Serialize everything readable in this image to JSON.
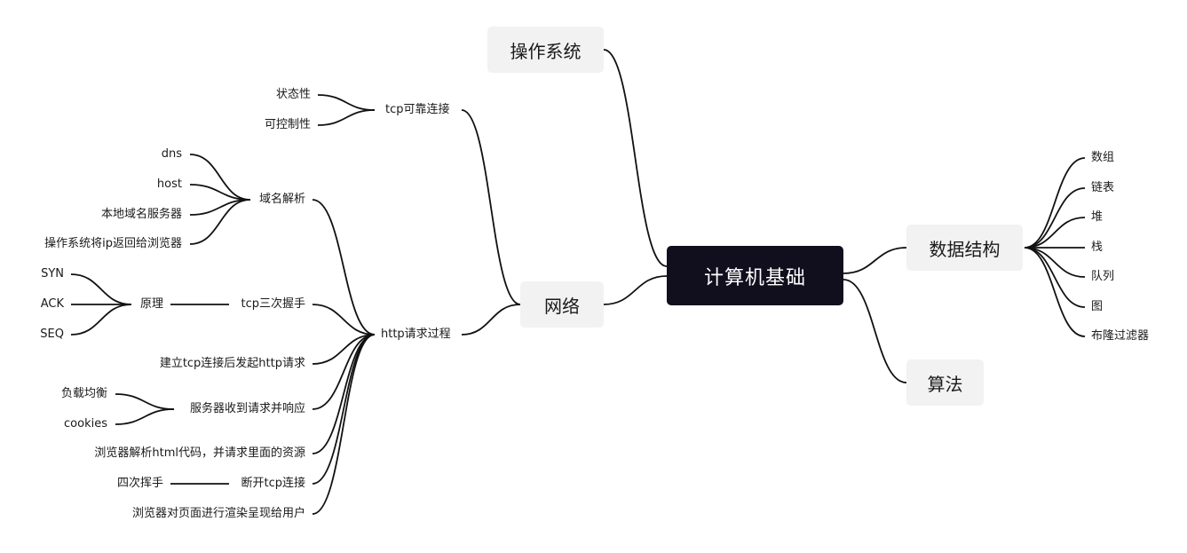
{
  "root": "计算机基础",
  "branches": {
    "os": "操作系统",
    "network": "网络",
    "data_structures": "数据结构",
    "algorithms": "算法"
  },
  "network": {
    "tcp_reliable": "tcp可靠连接",
    "tcp_reliable_children": [
      "状态性",
      "可控制性"
    ],
    "http_process": "http请求过程",
    "dns_resolution": "域名解析",
    "dns_children": [
      "dns",
      "host",
      "本地域名服务器",
      "操作系统将ip返回给浏览器"
    ],
    "handshake": "tcp三次握手",
    "principle": "原理",
    "principle_children": [
      "SYN",
      "ACK",
      "SEQ"
    ],
    "send_request": "建立tcp连接后发起http请求",
    "server_response": "服务器收到请求并响应",
    "server_children": [
      "负载均衡",
      "cookies"
    ],
    "parse_html": "浏览器解析html代码，并请求里面的资源",
    "disconnect": "断开tcp连接",
    "four_wave": "四次挥手",
    "render": "浏览器对页面进行渲染呈现给用户"
  },
  "data_structures": [
    "数组",
    "链表",
    "堆",
    "栈",
    "队列",
    "图",
    "布隆过滤器"
  ]
}
